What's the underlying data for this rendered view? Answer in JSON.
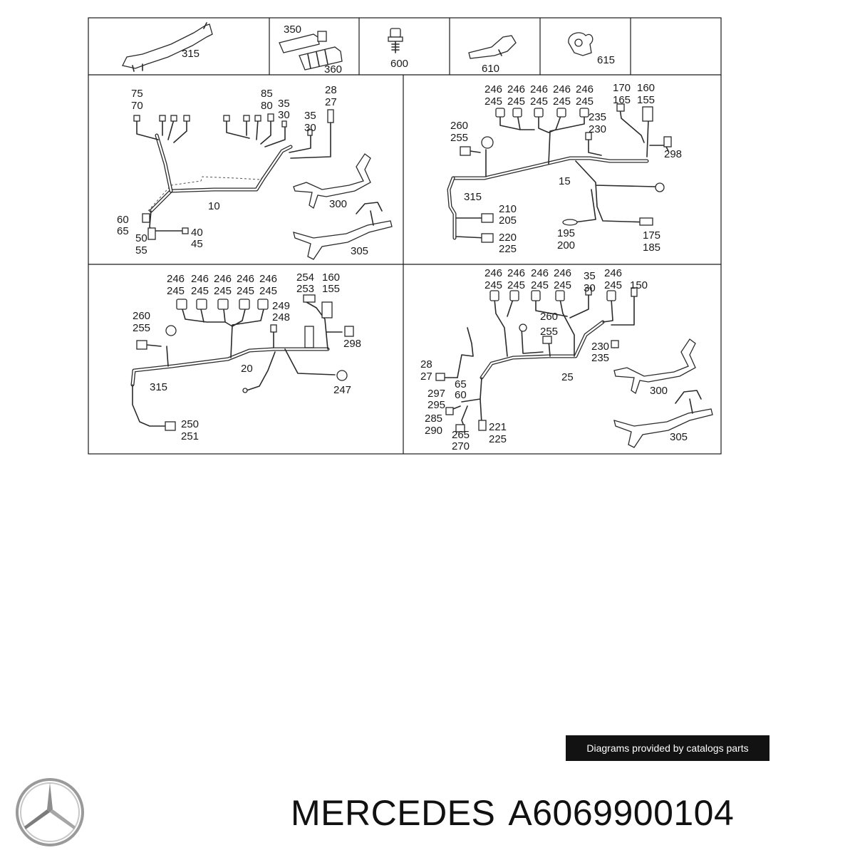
{
  "credit_text": "Diagrams provided by catalogs parts",
  "brand": "MERCEDES",
  "part_number": "A6069900104",
  "logo_icon": "mercedes-star-icon",
  "top_row": [
    {
      "labels": [
        "315"
      ]
    },
    {
      "labels": [
        "350",
        "360"
      ]
    },
    {
      "labels": [
        "600"
      ]
    },
    {
      "labels": [
        "610"
      ]
    },
    {
      "labels": [
        "615"
      ]
    },
    {
      "labels": []
    }
  ],
  "panel_a": {
    "labels": [
      "75",
      "70",
      "85",
      "80",
      "35",
      "30",
      "35",
      "30",
      "28",
      "27",
      "10",
      "300",
      "305",
      "60",
      "65",
      "50",
      "55",
      "40",
      "45"
    ]
  },
  "panel_b": {
    "labels": [
      "246",
      "245",
      "246",
      "245",
      "246",
      "245",
      "246",
      "245",
      "246",
      "245",
      "170",
      "165",
      "160",
      "155",
      "235",
      "230",
      "260",
      "255",
      "298",
      "15",
      "315",
      "210",
      "205",
      "220",
      "225",
      "195",
      "200",
      "175",
      "185"
    ]
  },
  "panel_c": {
    "labels": [
      "246",
      "245",
      "246",
      "245",
      "246",
      "245",
      "246",
      "245",
      "246",
      "245",
      "254",
      "253",
      "160",
      "155",
      "249",
      "248",
      "298",
      "260",
      "255",
      "20",
      "315",
      "247",
      "250",
      "251"
    ]
  },
  "panel_d": {
    "labels": [
      "246",
      "245",
      "246",
      "245",
      "246",
      "245",
      "246",
      "245",
      "35",
      "30",
      "246",
      "245",
      "150",
      "260",
      "255",
      "230",
      "235",
      "28",
      "27",
      "25",
      "300",
      "65",
      "60",
      "297",
      "295",
      "285",
      "290",
      "265",
      "270",
      "221",
      "225",
      "305"
    ]
  }
}
